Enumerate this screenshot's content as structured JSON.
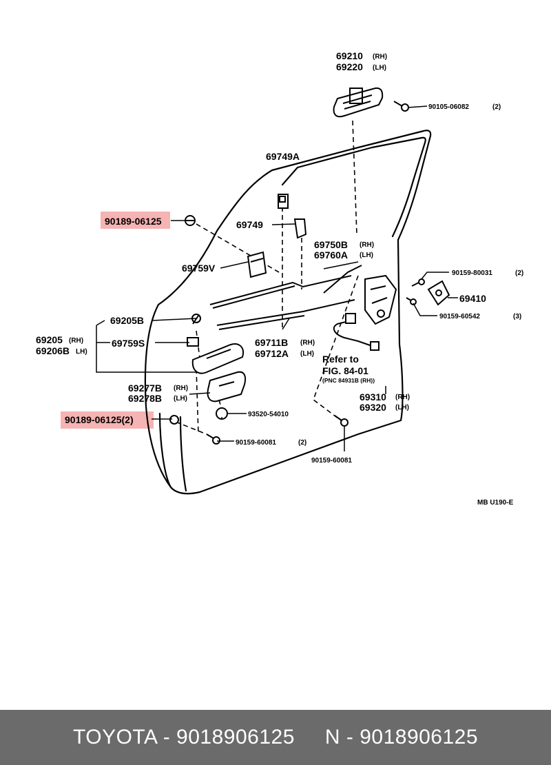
{
  "diagram": {
    "code": "MB U190-E",
    "parts": {
      "p69210": "69210",
      "p69220": "69220",
      "p90105": "90105-06082",
      "p90105_qty": "(2)",
      "p69749A": "69749A",
      "p69749": "69749",
      "p90189_top": "90189-06125",
      "p69750B": "69750B",
      "p69760A": "69760A",
      "p69759V": "69759V",
      "p90159_80031": "90159-80031",
      "p90159_80031_qty": "(2)",
      "p69410": "69410",
      "p90159_60542": "90159-60542",
      "p90159_60542_qty": "(3)",
      "p69205B": "69205B",
      "p69205": "69205",
      "p69206B": "69206B",
      "p69759S": "69759S",
      "p69711B": "69711B",
      "p69712A": "69712A",
      "refer1": "Refer to",
      "refer2": "FIG. 84-01",
      "refer3": "(PNC 84931B (RH))",
      "p69277B": "69277B",
      "p69278B": "69278B",
      "p69310": "69310",
      "p69320": "69320",
      "p90189_bottom": "90189-06125(2)",
      "p93520": "93520-54010",
      "p90159_60081_a": "90159-60081",
      "p90159_60081_qty": "(2)",
      "p90159_60081_b": "90159-60081"
    },
    "side": {
      "rh": "(RH)",
      "lh": "(LH)",
      "lh_tight": "LH)"
    },
    "highlight_color": "#f4a6a6"
  },
  "footer": {
    "left": "TOYOTA - 9018906125",
    "right": "N - 9018906125",
    "background": "#6b6b6b"
  }
}
